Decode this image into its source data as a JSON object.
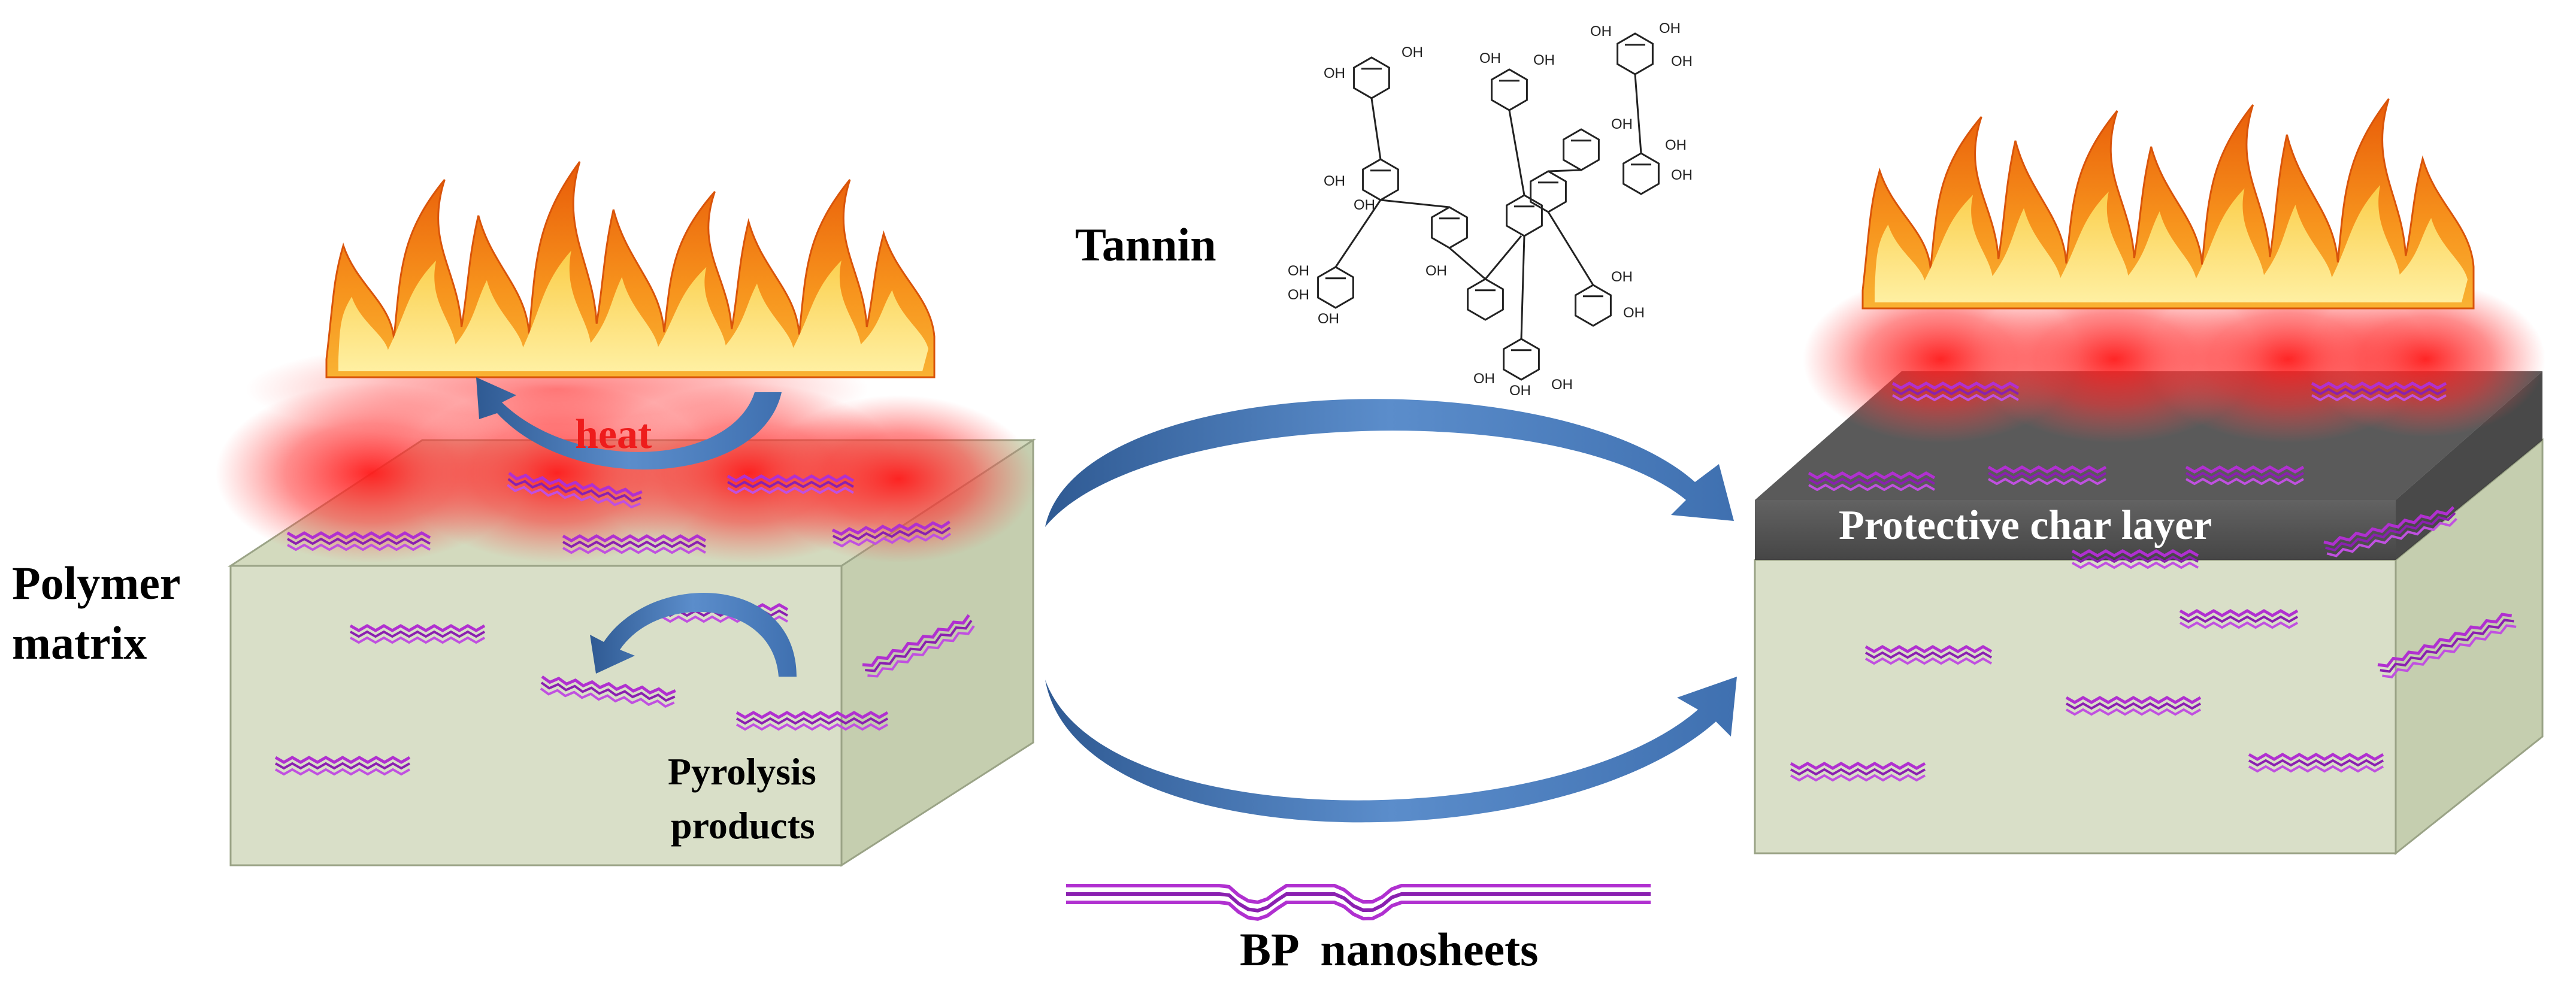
{
  "labels": {
    "polymer_matrix": [
      "Polymer",
      "matrix"
    ],
    "heat": "heat",
    "pyrolysis_products": [
      "Pyrolysis",
      "products"
    ],
    "tannin": "Tannin",
    "bp_nanosheets": "BP  nanosheets",
    "protective_char_layer": "Protective char layer"
  },
  "tannin_groups": [
    "OH",
    "O"
  ],
  "colors": {
    "matrix_face": "#d9dfc8",
    "matrix_side": "#c7cfb2",
    "matrix_top": "#d3dabe",
    "char_layer": "#4a4a4a",
    "heat_glow": "#ff2020",
    "heat_text": "#ee1c1c",
    "arrow_blue": "#3f6fb0",
    "nanosheet": "#b030d0",
    "flame_outer": "#f07a10",
    "flame_inner": "#fcd53a"
  },
  "icons": [
    "flame-icon",
    "molecule-icon",
    "nanosheet-icon",
    "curved-arrow-icon"
  ]
}
